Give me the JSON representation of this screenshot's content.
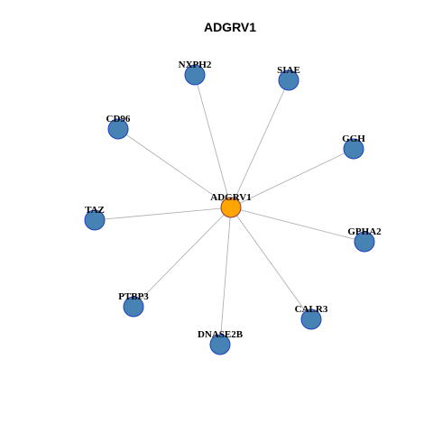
{
  "title": "ADGRV1",
  "colors": {
    "hub_fill": "#FFA500",
    "hub_stroke": "#8B3A3A",
    "node_fill": "#4682B4",
    "node_stroke": "#1F3FBF",
    "edge": "#AAAAAA"
  },
  "network": {
    "hub": "ADGRV1",
    "nodes": [
      "NXPH2",
      "SIAE",
      "CD96",
      "GGH",
      "TAZ",
      "GPHA2",
      "PTBP3",
      "CALR3",
      "DNASE2B"
    ],
    "edges": [
      [
        "ADGRV1",
        "NXPH2"
      ],
      [
        "ADGRV1",
        "SIAE"
      ],
      [
        "ADGRV1",
        "CD96"
      ],
      [
        "ADGRV1",
        "GGH"
      ],
      [
        "ADGRV1",
        "TAZ"
      ],
      [
        "ADGRV1",
        "GPHA2"
      ],
      [
        "ADGRV1",
        "PTBP3"
      ],
      [
        "ADGRV1",
        "CALR3"
      ],
      [
        "ADGRV1",
        "DNASE2B"
      ]
    ]
  }
}
